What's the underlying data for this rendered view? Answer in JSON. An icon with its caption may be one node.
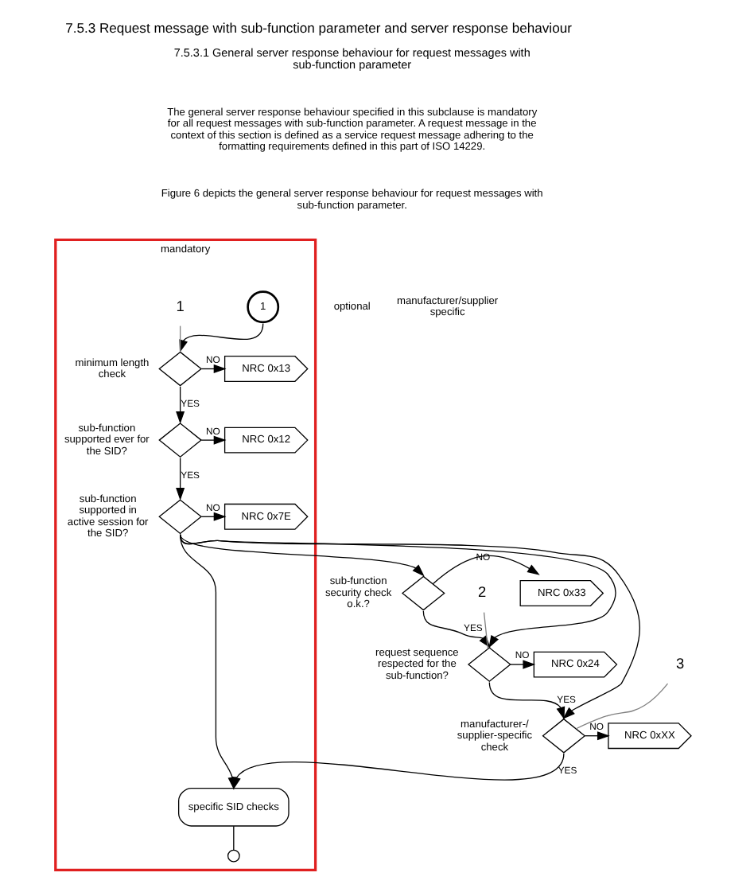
{
  "diagram": {
    "title": "7.5.3 Request message with sub-function parameter and server response behaviour",
    "nodes": [
      {
        "text": [
          "mandatory"
        ]
      },
      {
        "text": [
          "1"
        ],
        "in": 0
      },
      {
        "text": [],
        "shape": "diamond",
        "beside": [
          "minimum length check"
        ],
        "in": 0
      },
      {
        "text": [
          "NRC 0x13"
        ],
        "in": 0
      },
      {
        "text": [],
        "shape": "diamond",
        "beside": [
          "sub-function supported ever for the SID?"
        ],
        "in": 0
      },
      {
        "text": [
          "NRC 0x12"
        ],
        "in": 0
      },
      {
        "text": [],
        "shape": "diamond",
        "beside": [
          "sub-function supported in active session for the SID?"
        ],
        "in": 0
      },
      {
        "text": [
          "NRC 0x7E"
        ],
        "in": 0
      },
      {
        "text": [],
        "shape": "diamond",
        "beside": [
          "sub-function security check o.k.?"
        ]
      },
      {
        "text": [
          "NRC 0x33"
        ]
      },
      {
        "text": [],
        "shape": "diamond",
        "beside": [
          "request sequence respected for the sub-function?"
        ]
      },
      {
        "text": [
          "NRC 0x24"
        ]
      },
      {
        "text": [],
        "shape": "diamond",
        "beside": [
          "manufacturer-/ supplier-specific check"
        ]
      },
      {
        "text": [
          "NRC 0xXX"
        ]
      },
      {
        "text": [
          "specific SID checks"
        ],
        "in": 0
      },
      {
        "text": [],
        "shape": "circle",
        "in": 0
      },
      {
        "text": [
          "1"
        ],
        "in": 0
      },
      {
        "text": [
          "2"
        ]
      },
      {
        "text": [
          "3"
        ]
      }
    ],
    "edges": [
      {
        "from": 1,
        "to": 2,
        "arrow": "to"
      },
      {
        "from": 2,
        "to": 3,
        "arrow": "to",
        "label": "NO"
      },
      {
        "from": 2,
        "to": 4,
        "arrow": "to",
        "label": "YES"
      },
      {
        "from": 4,
        "to": 5,
        "arrow": "to",
        "label": "NO"
      },
      {
        "from": 4,
        "to": 6,
        "arrow": "to",
        "label": "YES"
      },
      {
        "from": 6,
        "to": 7,
        "arrow": "to",
        "label": "NO"
      },
      {
        "from": 6,
        "to": 8,
        "arrow": "to"
      },
      {
        "from": 8,
        "to": 9,
        "arrow": "to",
        "label": "NO"
      },
      {
        "from": 8,
        "to": 10,
        "arrow": "to",
        "label": "YES"
      },
      {
        "from": 6,
        "to": 10,
        "arrow": "to"
      },
      {
        "from": 10,
        "to": 11,
        "arrow": "to",
        "label": "NO"
      },
      {
        "from": 10,
        "to": 12,
        "arrow": "to",
        "label": "YES"
      },
      {
        "from": 6,
        "to": 12,
        "arrow": "to"
      },
      {
        "from": 12,
        "to": 13,
        "arrow": "to",
        "label": "NO"
      },
      {
        "from": 12,
        "to": 14,
        "arrow": "to",
        "label": "YES"
      },
      {
        "from": 6,
        "to": 14,
        "arrow": "to"
      },
      {
        "from": 14,
        "to": 15,
        "arrow": "none"
      },
      {
        "from": 16,
        "to": 2,
        "arrow": "none",
        "color": "#808080"
      },
      {
        "from": 17,
        "to": 10,
        "arrow": "none",
        "color": "#808080"
      },
      {
        "from": 18,
        "to": 12,
        "arrow": "none",
        "color": "#808080"
      }
    ],
    "labels": [
      "7.5.3.1 General server response behaviour for request messages with sub-function parameter",
      "The general server response behaviour specified in this subclause is mandatory for all request messages with sub-function parameter. A request message in the context of this section is defined as a service request message adhering to the formatting requirements defined in this part of ISO 14229.",
      "Figure 6 depicts the general server response behaviour for request messages with sub-function parameter.",
      "optional",
      "manufacturer/supplier specific"
    ]
  }
}
